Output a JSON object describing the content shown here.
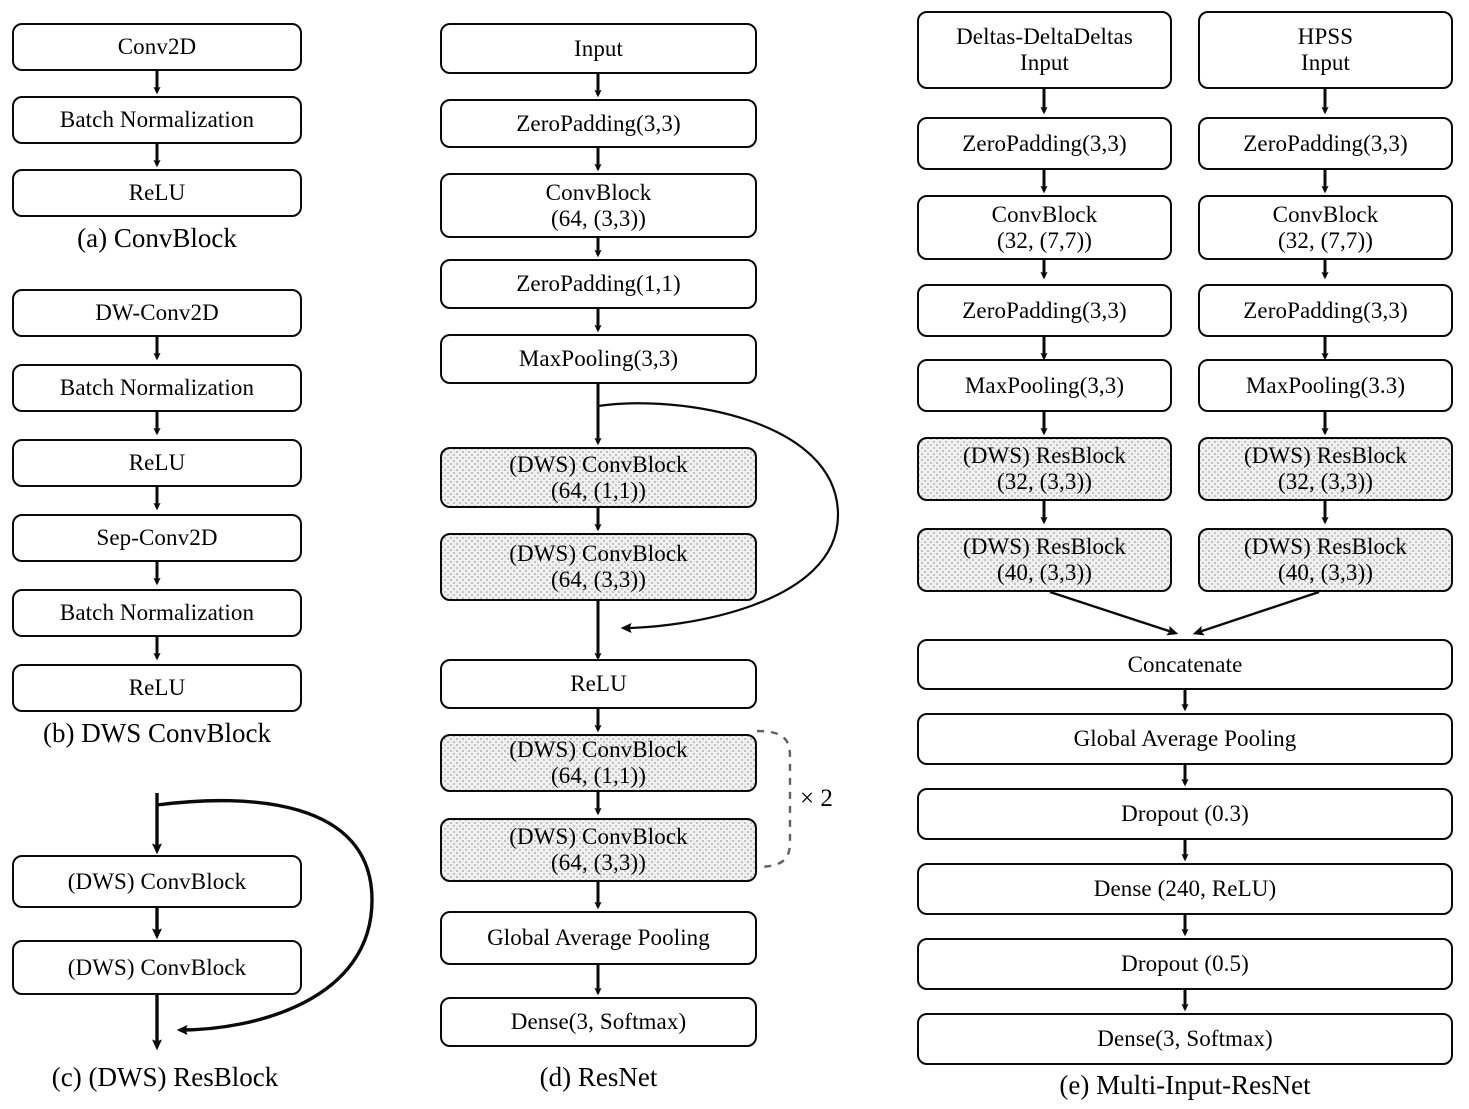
{
  "figure": {
    "kind": "neural-network-architecture-diagram",
    "background": "#ffffff",
    "stroke": "#0a0a0a",
    "shaded_fill": "#f0f0f0"
  },
  "panels": [
    {
      "id": "a",
      "caption": "(a) ConvBlock",
      "nodes": [
        {
          "id": "a1",
          "line1": "Conv2D",
          "line2": "",
          "shaded": false
        },
        {
          "id": "a2",
          "line1": "Batch Normalization",
          "line2": "",
          "shaded": false
        },
        {
          "id": "a3",
          "line1": "ReLU",
          "line2": "",
          "shaded": false
        }
      ]
    },
    {
      "id": "b",
      "caption": "(b) DWS ConvBlock",
      "nodes": [
        {
          "id": "b1",
          "line1": "DW-Conv2D",
          "line2": "",
          "shaded": false
        },
        {
          "id": "b2",
          "line1": "Batch Normalization",
          "line2": "",
          "shaded": false
        },
        {
          "id": "b3",
          "line1": "ReLU",
          "line2": "",
          "shaded": false
        },
        {
          "id": "b4",
          "line1": "Sep-Conv2D",
          "line2": "",
          "shaded": false
        },
        {
          "id": "b5",
          "line1": "Batch Normalization",
          "line2": "",
          "shaded": false
        },
        {
          "id": "b6",
          "line1": "ReLU",
          "line2": "",
          "shaded": false
        }
      ]
    },
    {
      "id": "c",
      "caption": "(c) (DWS) ResBlock",
      "nodes": [
        {
          "id": "c1",
          "line1": "(DWS) ConvBlock",
          "line2": "",
          "shaded": false
        },
        {
          "id": "c2",
          "line1": "(DWS) ConvBlock",
          "line2": "",
          "shaded": false
        }
      ]
    },
    {
      "id": "d",
      "caption": "(d) ResNet",
      "repeat_label": "× 2",
      "nodes": [
        {
          "id": "d1",
          "line1": "Input",
          "line2": "",
          "shaded": false
        },
        {
          "id": "d2",
          "line1": "ZeroPadding(3,3)",
          "line2": "",
          "shaded": false
        },
        {
          "id": "d3",
          "line1": "ConvBlock",
          "line2": "(64, (3,3))",
          "shaded": false
        },
        {
          "id": "d4",
          "line1": "ZeroPadding(1,1)",
          "line2": "",
          "shaded": false
        },
        {
          "id": "d5",
          "line1": "MaxPooling(3,3)",
          "line2": "",
          "shaded": false
        },
        {
          "id": "d6",
          "line1": "(DWS) ConvBlock",
          "line2": "(64, (1,1))",
          "shaded": true
        },
        {
          "id": "d7",
          "line1": "(DWS) ConvBlock",
          "line2": "(64, (3,3))",
          "shaded": true
        },
        {
          "id": "d8",
          "line1": "ReLU",
          "line2": "",
          "shaded": false
        },
        {
          "id": "d9",
          "line1": "(DWS) ConvBlock",
          "line2": "(64, (1,1))",
          "shaded": true
        },
        {
          "id": "d10",
          "line1": "(DWS) ConvBlock",
          "line2": "(64, (3,3))",
          "shaded": true
        },
        {
          "id": "d11",
          "line1": "Global Average Pooling",
          "line2": "",
          "shaded": false
        },
        {
          "id": "d12",
          "line1": "Dense(3, Softmax)",
          "line2": "",
          "shaded": false
        }
      ]
    },
    {
      "id": "e",
      "caption": "(e) Multi-Input-ResNet",
      "branch_left": [
        {
          "id": "eL1",
          "line1": "Deltas-DeltaDeltas",
          "line2": "Input",
          "shaded": false
        },
        {
          "id": "eL2",
          "line1": "ZeroPadding(3,3)",
          "line2": "",
          "shaded": false
        },
        {
          "id": "eL3",
          "line1": "ConvBlock",
          "line2": "(32, (7,7))",
          "shaded": false
        },
        {
          "id": "eL4",
          "line1": "ZeroPadding(3,3)",
          "line2": "",
          "shaded": false
        },
        {
          "id": "eL5",
          "line1": "MaxPooling(3,3)",
          "line2": "",
          "shaded": false
        },
        {
          "id": "eL6",
          "line1": "(DWS) ResBlock",
          "line2": "(32, (3,3))",
          "shaded": true
        },
        {
          "id": "eL7",
          "line1": "(DWS) ResBlock",
          "line2": "(40, (3,3))",
          "shaded": true
        }
      ],
      "branch_right": [
        {
          "id": "eR1",
          "line1": "HPSS",
          "line2": "Input",
          "shaded": false
        },
        {
          "id": "eR2",
          "line1": "ZeroPadding(3,3)",
          "line2": "",
          "shaded": false
        },
        {
          "id": "eR3",
          "line1": "ConvBlock",
          "line2": "(32, (7,7))",
          "shaded": false
        },
        {
          "id": "eR4",
          "line1": "ZeroPadding(3,3)",
          "line2": "",
          "shaded": false
        },
        {
          "id": "eR5",
          "line1": "MaxPooling(3.3)",
          "line2": "",
          "shaded": false
        },
        {
          "id": "eR6",
          "line1": "(DWS) ResBlock",
          "line2": "(32, (3,3))",
          "shaded": true
        },
        {
          "id": "eR7",
          "line1": "(DWS) ResBlock",
          "line2": "(40, (3,3))",
          "shaded": true
        }
      ],
      "trunk": [
        {
          "id": "eT1",
          "line1": "Concatenate",
          "line2": "",
          "shaded": false
        },
        {
          "id": "eT2",
          "line1": "Global Average Pooling",
          "line2": "",
          "shaded": false
        },
        {
          "id": "eT3",
          "line1": "Dropout (0.3)",
          "line2": "",
          "shaded": false
        },
        {
          "id": "eT4",
          "line1": "Dense (240, ReLU)",
          "line2": "",
          "shaded": false
        },
        {
          "id": "eT5",
          "line1": "Dropout (0.5)",
          "line2": "",
          "shaded": false
        },
        {
          "id": "eT6",
          "line1": "Dense(3, Softmax)",
          "line2": "",
          "shaded": false
        }
      ]
    }
  ]
}
